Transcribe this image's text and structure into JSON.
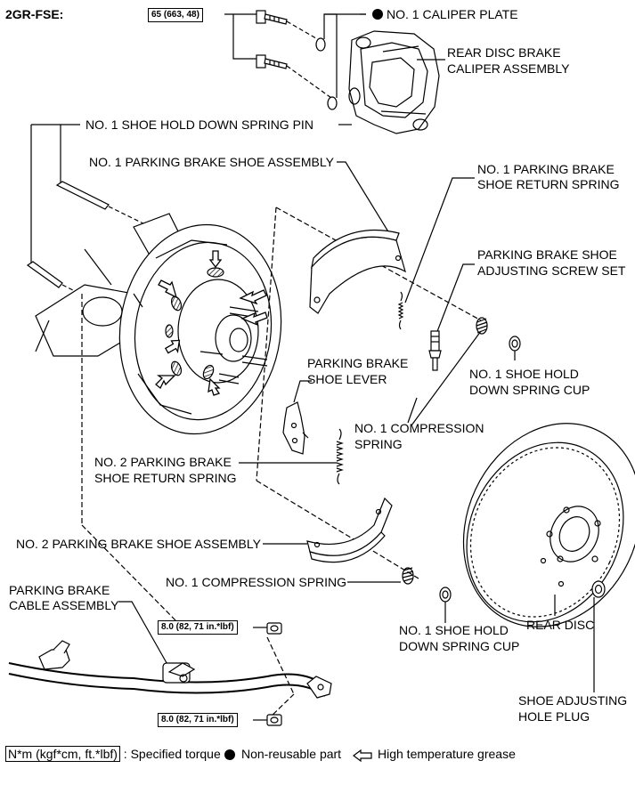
{
  "engine_code": "2GR-FSE:",
  "labels": {
    "caliper_plate": "NO. 1 CALIPER PLATE",
    "caliper_assembly": [
      "REAR DISC BRAKE",
      "CALIPER ASSEMBLY"
    ],
    "hold_down_pin": "NO. 1 SHOE HOLD DOWN SPRING PIN",
    "parking_shoe_1": "NO. 1 PARKING BRAKE SHOE ASSEMBLY",
    "return_spring_1": [
      "NO. 1 PARKING BRAKE",
      "SHOE RETURN SPRING"
    ],
    "adjusting_screw": [
      "PARKING BRAKE SHOE",
      "ADJUSTING SCREW SET"
    ],
    "hold_down_cup_1": [
      "NO. 1 SHOE HOLD",
      "DOWN SPRING CUP"
    ],
    "shoe_lever": [
      "PARKING BRAKE",
      "SHOE LEVER"
    ],
    "compression_spring_1": [
      "NO. 1 COMPRESSION",
      "SPRING"
    ],
    "return_spring_2": [
      "NO.  2 PARKING BRAKE",
      "SHOE RETURN SPRING"
    ],
    "parking_shoe_2": "NO. 2 PARKING BRAKE SHOE ASSEMBLY",
    "compression_spring_2": "NO. 1 COMPRESSION SPRING",
    "cable_assembly": [
      "PARKING BRAKE",
      "CABLE ASSEMBLY"
    ],
    "hold_down_cup_2": [
      "NO. 1 SHOE HOLD",
      "DOWN SPRING CUP"
    ],
    "rear_disc": "REAR DISC",
    "hole_plug": [
      "SHOE ADJUSTING",
      "HOLE PLUG"
    ]
  },
  "torques": {
    "caliper_bolt": "65 (663, 48)",
    "cable_bolt_upper": "8.0 (82, 71 in.*lbf)",
    "cable_bolt_lower": "8.0 (82, 71 in.*lbf)"
  },
  "legend": {
    "torque_unit": "N*m (kgf*cm, ft.*lbf)",
    "torque_text": ": Specified torque",
    "nonreusable_text": "Non-reusable part",
    "grease_text": "High temperature grease"
  },
  "icons": {
    "nonreusable": "filled-circle-icon",
    "grease": "hollow-arrow-icon"
  }
}
